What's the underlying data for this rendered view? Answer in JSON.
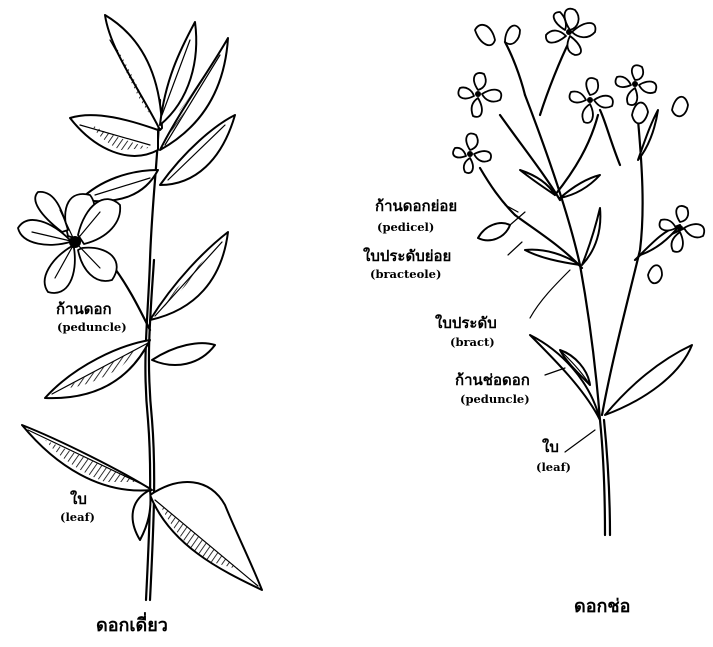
{
  "solitary": {
    "peduncle_th": "ก้านดอก",
    "peduncle_en": "(peduncle)",
    "leaf_th": "ใบ",
    "leaf_en": "(leaf)",
    "caption": "ดอกเดี่ยว"
  },
  "inflorescence": {
    "pedicel_th": "ก้านดอกย่อย",
    "pedicel_en": "(pedicel)",
    "bracteole_th": "ใบประดับย่อย",
    "bracteole_en": "(bracteole)",
    "bract_th": "ใบประดับ",
    "bract_en": "(bract)",
    "peduncle_th": "ก้านช่อดอก",
    "peduncle_en": "(peduncle)",
    "leaf_th": "ใบ",
    "leaf_en": "(leaf)",
    "caption": "ดอกช่อ"
  }
}
